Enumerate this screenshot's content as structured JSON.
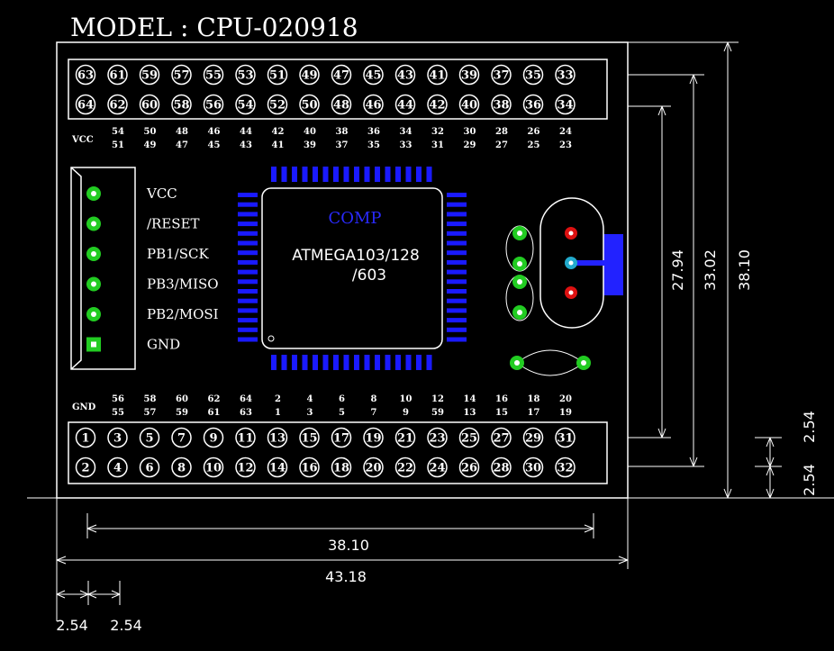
{
  "title": "MODEL : CPU-020918",
  "top_header": {
    "row1": [
      63,
      61,
      59,
      57,
      55,
      53,
      51,
      49,
      47,
      45,
      43,
      41,
      39,
      37,
      35,
      33
    ],
    "row2": [
      64,
      62,
      60,
      58,
      56,
      54,
      52,
      50,
      48,
      46,
      44,
      42,
      40,
      38,
      36,
      34
    ],
    "vcc_label": "VCC",
    "port_top": [
      "54",
      "50",
      "48",
      "46",
      "44",
      "42",
      "40",
      "38",
      "36",
      "34",
      "32",
      "30",
      "28",
      "26",
      "24"
    ],
    "port_bottom": [
      "51",
      "49",
      "47",
      "45",
      "43",
      "41",
      "39",
      "37",
      "35",
      "33",
      "31",
      "29",
      "27",
      "25",
      "23"
    ]
  },
  "bottom_header": {
    "row1": [
      1,
      3,
      5,
      7,
      9,
      11,
      13,
      15,
      17,
      19,
      21,
      23,
      25,
      27,
      29,
      31
    ],
    "row2": [
      2,
      4,
      6,
      8,
      10,
      12,
      14,
      16,
      18,
      20,
      22,
      24,
      26,
      28,
      30,
      32
    ],
    "gnd_label": "GND",
    "port_top": [
      "56",
      "58",
      "60",
      "62",
      "64",
      "2",
      "4",
      "6",
      "8",
      "10",
      "12",
      "14",
      "16",
      "18",
      "20"
    ],
    "port_bottom": [
      "55",
      "57",
      "59",
      "61",
      "63",
      "1",
      "3",
      "5",
      "7",
      "9",
      "59",
      "13",
      "15",
      "17",
      "19"
    ]
  },
  "isp_connector": [
    "VCC",
    "/RESET",
    "PB1/SCK",
    "PB3/MISO",
    "PB2/MOSI",
    "GND"
  ],
  "chip": {
    "brand": "COMP",
    "line1": "ATMEGA103/128",
    "line2": "/603"
  },
  "dimensions": {
    "width_inner": "38.10",
    "width_outer": "43.18",
    "pitch_a": "2.54",
    "pitch_b": "2.54",
    "height_a": "27.94",
    "height_b": "33.02",
    "height_c": "38.10",
    "pitch_v_a": "2.54",
    "pitch_v_b": "2.54"
  },
  "colors": {
    "background": "#000000",
    "line": "#ffffff",
    "pin_blue": "#1a1aff",
    "pad_green": "#22cc22",
    "pad_red": "#dd1111",
    "crystal_blue": "#2222ff"
  }
}
